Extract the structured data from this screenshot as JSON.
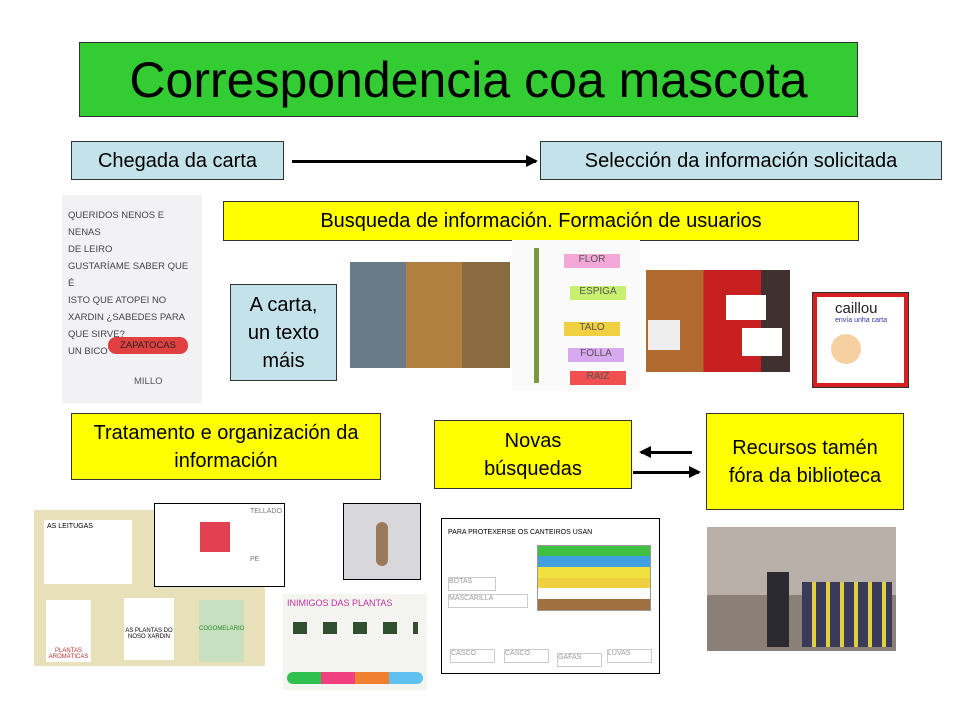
{
  "title": "Correspondencia coa mascota",
  "boxes": {
    "arrival": "Chegada da carta",
    "selection": "Selección da información solicitada",
    "search": "Busqueda de información. Formación de usuarios",
    "letter_text": "A carta, un texto máis",
    "processing": "Tratamento e organización da información",
    "new_searches": "Novas búsquedas",
    "resources": "Recursos tamén fóra da biblioteca"
  },
  "images": {
    "letter": {
      "lines": [
        "QUERIDOS NENOS E NENAS",
        "DE LEIRO",
        "GUSTARÍAME SABER QUE É",
        "ISTO QUE ATOPEI NO",
        "XARDIN ¿SABEDES PARA",
        "QUE SIRVE?",
        "UN BICO"
      ],
      "signature": "ZAPATOCAS",
      "caption": "MILLO"
    },
    "plant_labels": [
      "FLOR",
      "ESPIGA",
      "TALO",
      "FOLLA",
      "RAIZ"
    ],
    "book_cover": {
      "title": "caillou",
      "subtitle": "envía unha carta"
    },
    "books": [
      "AS LEITUGAS",
      "PLANTAS AROMÁTICAS",
      "AS PLANTAS DO NOSO XARDIN",
      "COGOMELARIO"
    ],
    "horreo_labels": [
      "TELLADO",
      "PE"
    ],
    "poster_title": "INIMIGOS DAS PLANTAS",
    "worksheet": {
      "heading": "PARA PROTEXERSE OS CANTEIROS USAN",
      "answers": [
        "BOTAS",
        "MASCARILLA",
        "CASCO",
        "CASCO",
        "GAFAS",
        "LUVAS"
      ]
    }
  },
  "colors": {
    "title_bg": "#33cc33",
    "blue_box": "#c4e2ea",
    "yellow_box": "#ffff00"
  }
}
